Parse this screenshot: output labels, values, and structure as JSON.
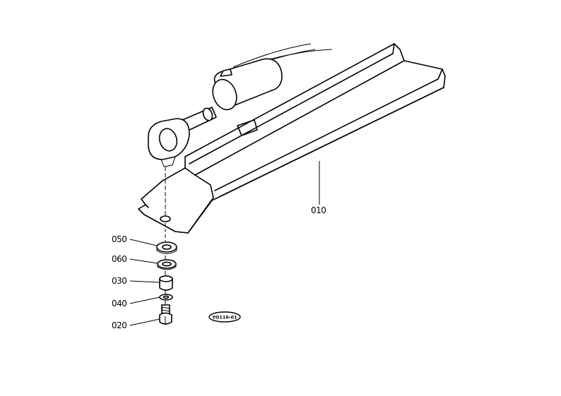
{
  "diagram": {
    "callouts": [
      {
        "id": "010",
        "label": "010"
      },
      {
        "id": "050",
        "label": "050"
      },
      {
        "id": "060",
        "label": "060"
      },
      {
        "id": "030",
        "label": "030"
      },
      {
        "id": "040",
        "label": "040"
      },
      {
        "id": "020",
        "label": "020"
      }
    ],
    "stamp": "YO116-01"
  }
}
